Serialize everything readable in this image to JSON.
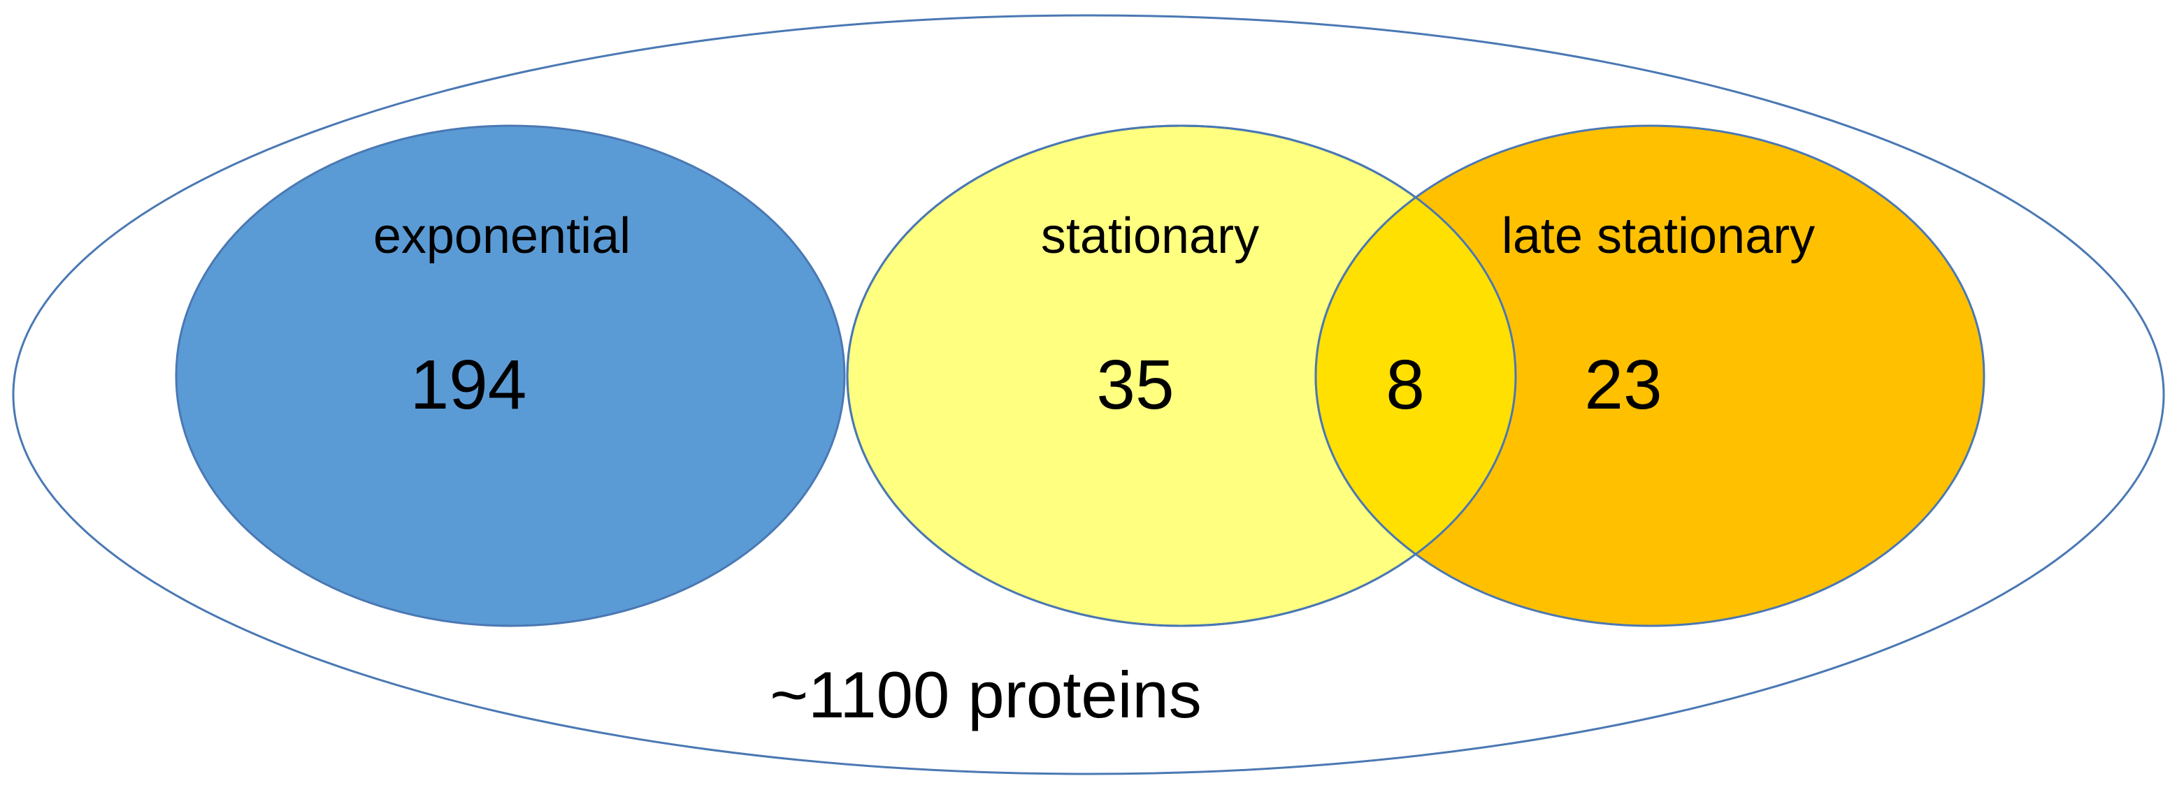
{
  "diagram": {
    "universe": {
      "label": "~1100 proteins",
      "stroke": "#4a78b3"
    },
    "sets": [
      {
        "id": "exponential",
        "label": "exponential",
        "count": "194",
        "fill": "#5b9bd5"
      },
      {
        "id": "stationary",
        "label": "stationary",
        "count": "35",
        "fill": "#ffff80"
      },
      {
        "id": "late-stationary",
        "label": "late stationary",
        "count": "23",
        "fill": "#ffc000"
      }
    ],
    "intersection": {
      "between": [
        "stationary",
        "late stationary"
      ],
      "count": "8",
      "fill": "#ffe000"
    },
    "outline_color": "#4a78b3"
  }
}
